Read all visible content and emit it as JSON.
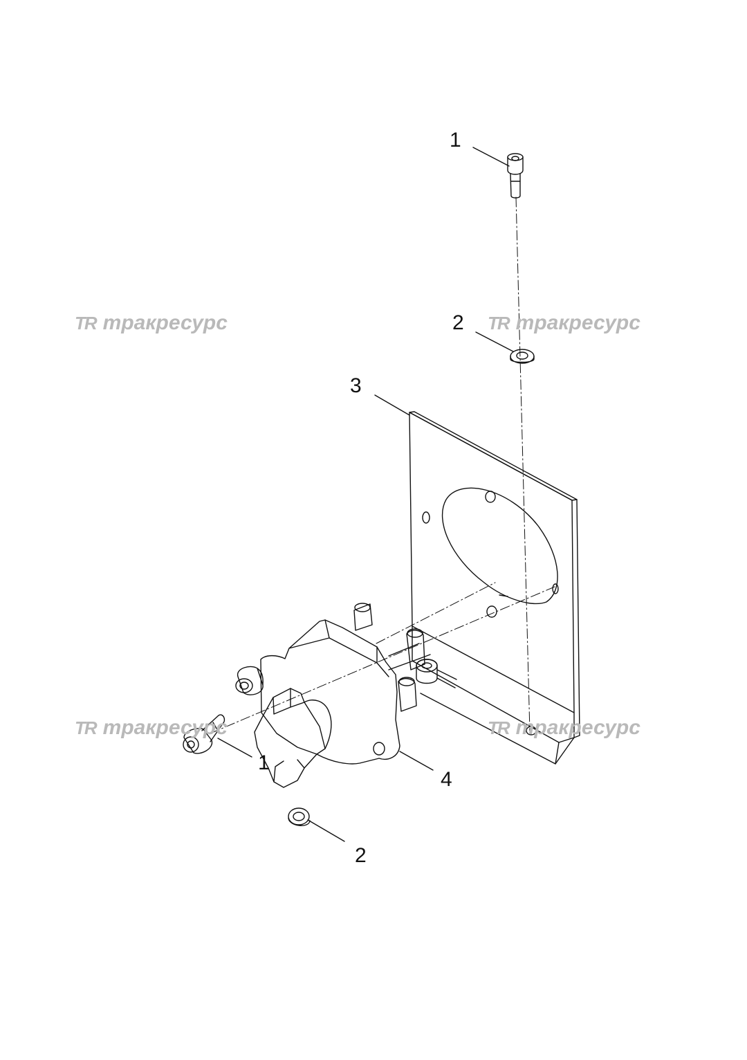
{
  "diagram": {
    "callouts": [
      "1",
      "2",
      "3",
      "4",
      "2",
      "1"
    ],
    "watermark": {
      "mark": "TR",
      "text": "тракресурс"
    }
  },
  "colors": {
    "line": "#111111",
    "watermark": "#b9b9b9",
    "background": "#ffffff"
  }
}
